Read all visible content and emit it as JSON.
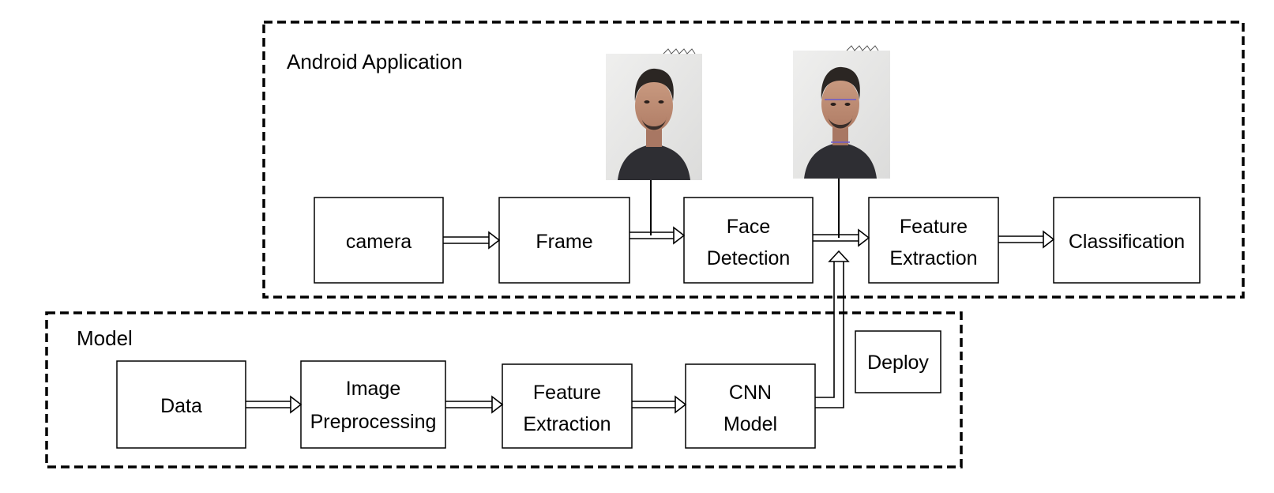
{
  "groups": {
    "android": {
      "label": "Android Application"
    },
    "model": {
      "label": "Model"
    }
  },
  "nodes": {
    "camera": {
      "lines": [
        "camera"
      ]
    },
    "frame": {
      "lines": [
        "Frame"
      ]
    },
    "face_detection": {
      "lines": [
        "Face",
        "Detection"
      ]
    },
    "feature_extraction_app": {
      "lines": [
        "Feature",
        "Extraction"
      ]
    },
    "classification": {
      "lines": [
        "Classification"
      ]
    },
    "data": {
      "lines": [
        "Data"
      ]
    },
    "image_preprocessing": {
      "lines": [
        "Image",
        "Preprocessing"
      ]
    },
    "feature_extraction_model": {
      "lines": [
        "Feature",
        "Extraction"
      ]
    },
    "cnn_model": {
      "lines": [
        "CNN",
        "Model"
      ]
    },
    "deploy": {
      "lines": [
        "Deploy"
      ]
    }
  },
  "images": {
    "frame_photo": {
      "icon": "face-photo-icon"
    },
    "detected_face_photo": {
      "icon": "detected-face-photo-icon"
    }
  }
}
